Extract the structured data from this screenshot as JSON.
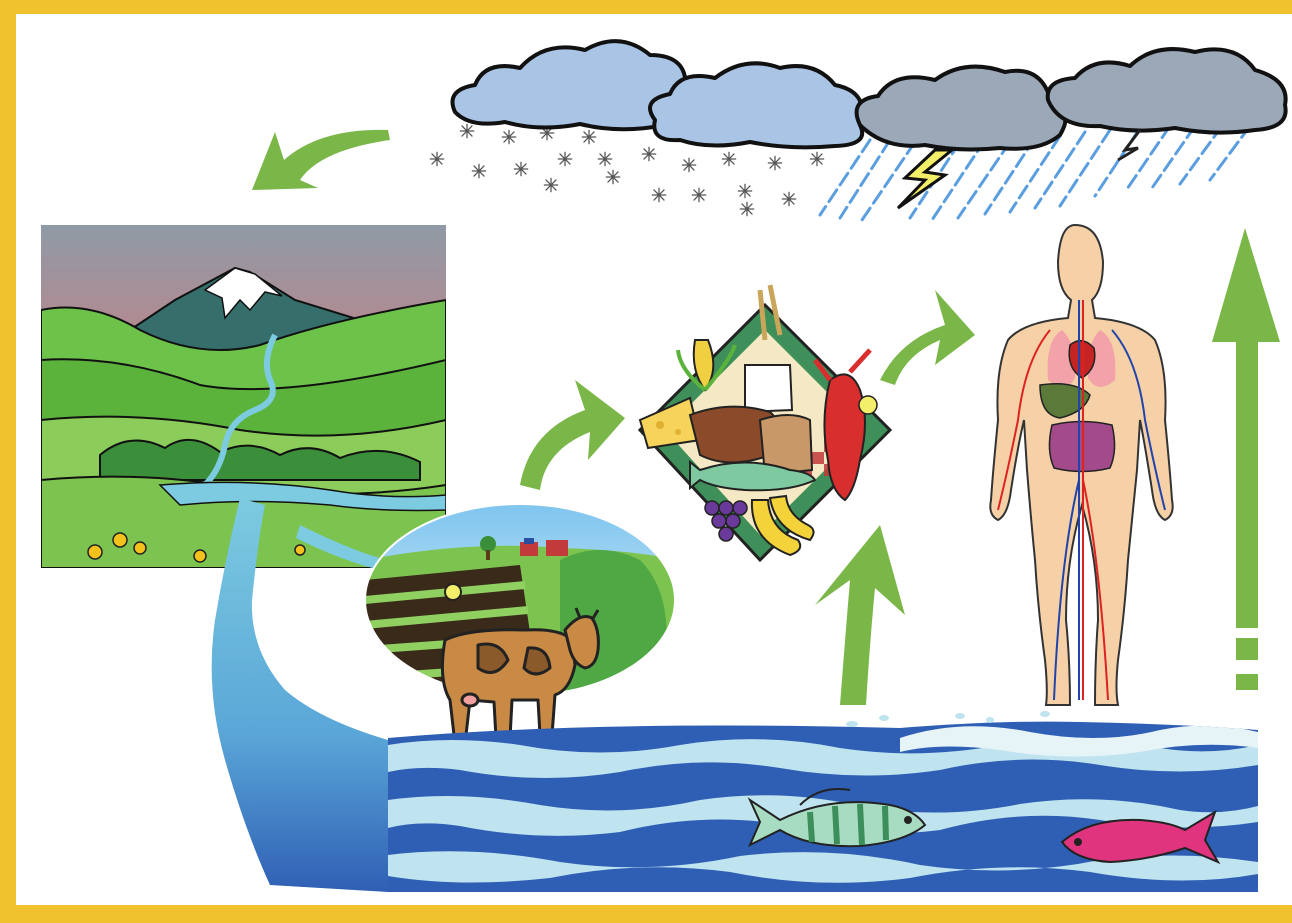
{
  "diagram": {
    "colors": {
      "frame": "#f0c32e",
      "arrow": "#7ab648",
      "arrow_dark": "#5e9a35",
      "river": "#7ccbe0",
      "ocean": "#2f5fb4",
      "ocean_light": "#bfe3ef",
      "cloud_light": "#a9c4e4",
      "cloud_dark": "#9aa8b8",
      "sky_top": "#8e9aa6",
      "sky_bottom": "#ef7070"
    },
    "nodes": [
      {
        "id": "clouds",
        "icon": "storm-clouds-icon",
        "depicts": [
          "snow",
          "rain",
          "lightning"
        ]
      },
      {
        "id": "mountain",
        "icon": "mountain-landscape-icon"
      },
      {
        "id": "farm",
        "icon": "farm-cow-icon"
      },
      {
        "id": "food",
        "icon": "food-basket-icon"
      },
      {
        "id": "human",
        "icon": "human-anatomy-icon"
      },
      {
        "id": "ocean",
        "icon": "ocean-waves-fish-icon"
      }
    ],
    "arrows": [
      {
        "from": "clouds",
        "to": "mountain",
        "icon": "curved-arrow-icon"
      },
      {
        "from": "farm",
        "to": "food",
        "icon": "curved-arrow-icon"
      },
      {
        "from": "ocean",
        "to": "food",
        "icon": "curved-arrow-icon"
      },
      {
        "from": "food",
        "to": "human",
        "icon": "curved-arrow-icon"
      },
      {
        "from": "ocean",
        "to": "clouds",
        "icon": "up-arrow-icon"
      }
    ]
  }
}
